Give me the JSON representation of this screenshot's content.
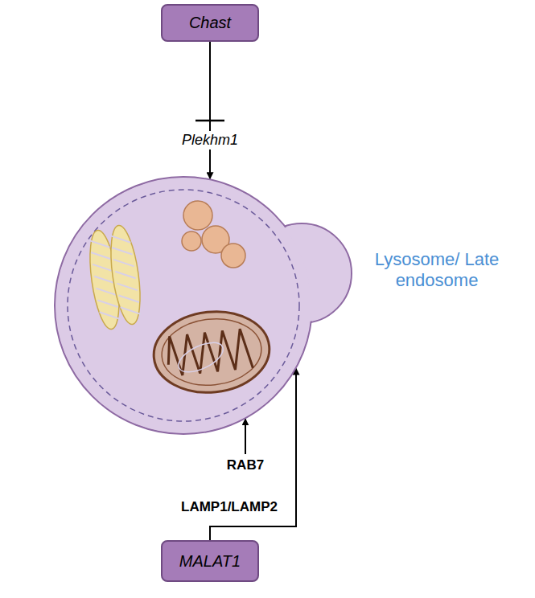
{
  "diagram": {
    "nodes": [
      {
        "text": [
          "Chast"
        ]
      },
      {
        "text": [
          "Lysosome/ Late endosome"
        ]
      },
      {
        "text": [
          "MALAT1"
        ]
      }
    ],
    "edges": [
      {
        "from": 0,
        "to": 1,
        "label": "Plekhm1",
        "arrow": "to"
      },
      {
        "from": 2,
        "to": 1,
        "arrow": "to"
      }
    ],
    "labels": [
      "RAB7",
      "LAMP1/LAMP2"
    ]
  }
}
